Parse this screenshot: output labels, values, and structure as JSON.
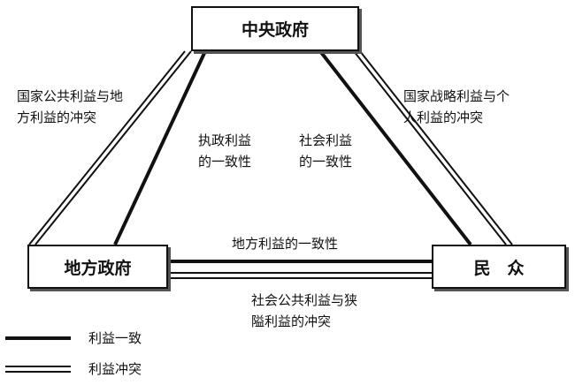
{
  "nodes": {
    "central": "中央政府",
    "local": "地方政府",
    "people": "民　众"
  },
  "labels": {
    "central_local_conflict": [
      "国家公共利益与地",
      "方利益的冲突"
    ],
    "central_people_conflict": [
      "国家战略利益与个",
      "人利益的冲突"
    ],
    "central_local_consistency": [
      "执政利益",
      "的一致性"
    ],
    "central_people_consistency": [
      "社会利益",
      "的一致性"
    ],
    "local_people_consistency": "地方利益的一致性",
    "local_people_conflict": [
      "社会公共利益与狭",
      "隘利益的冲突"
    ]
  },
  "legend": {
    "consistency": "利益一致",
    "conflict": "利益冲突"
  }
}
